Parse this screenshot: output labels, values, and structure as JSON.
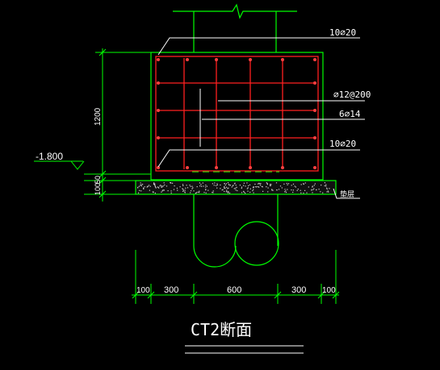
{
  "colors": {
    "background": "#000000",
    "structure": "#00ff00",
    "rebar": "#ff2020",
    "leader": "#ffffff",
    "concrete": "#cccccc"
  },
  "drawing": {
    "title": "CT2断面",
    "elevation": "-1.800",
    "annotations": {
      "top_bars": "10⌀20",
      "stirrups": "⌀12@200",
      "side_bars": "6⌀14",
      "bottom_bars": "10⌀20",
      "bedding": "垫层"
    },
    "vertical_dims": {
      "cap_height": "1200",
      "cover": "50",
      "bedding": "100"
    },
    "horizontal_dims": [
      "100",
      "300",
      "600",
      "300",
      "100"
    ]
  }
}
